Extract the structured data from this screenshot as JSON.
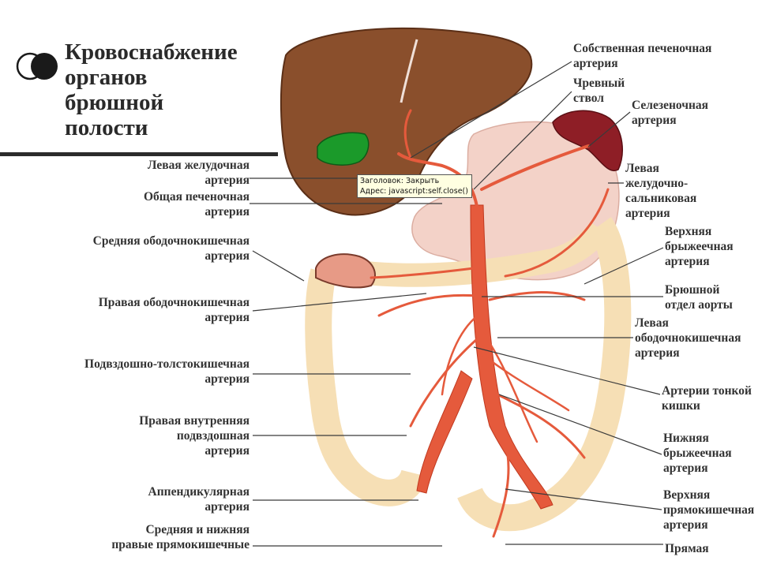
{
  "title": "Кровоснабжение\nорганов\nбрюшной\nполости",
  "colors": {
    "liver": "#8a4f2c",
    "liver_dark": "#5b2f17",
    "gallbladder": "#1b9a2a",
    "stomach": "#f3cfc4",
    "spleen": "#8e1e26",
    "colon": "#f6dfb5",
    "colon_stroke": "#c8a46c",
    "artery": "#e55a3c",
    "artery_dark": "#c0391f",
    "leader": "#3a3a3a",
    "tooltip_bg": "#ffffe1"
  },
  "tooltip": {
    "title": "Заголовок: Закрыть",
    "address": "Адрес: javascript:self.close()"
  },
  "labels_left": [
    {
      "id": "left-gastric",
      "text": "Левая желудочная\nартерия"
    },
    {
      "id": "common-hepatic",
      "text": "Общая печеночная\nартерия"
    },
    {
      "id": "middle-colic",
      "text": "Средняя ободочнокишечная\nартерия"
    },
    {
      "id": "right-colic",
      "text": "Правая ободочнокишечная\nартерия"
    },
    {
      "id": "ileocolic",
      "text": "Подвздошно-толстокишечная\nартерия"
    },
    {
      "id": "right-internal-iliac",
      "text": "Правая внутренняя\nподвздошная\nартерия"
    },
    {
      "id": "appendicular",
      "text": "Аппендикулярная\nартерия"
    },
    {
      "id": "middle-inferior-rectal",
      "text": "Средняя и нижняя\nправые прямокишечные"
    }
  ],
  "labels_right": [
    {
      "id": "proper-hepatic",
      "text": "Собственная печеночная\nартерия"
    },
    {
      "id": "celiac-trunk",
      "text": "Чревный\nствол"
    },
    {
      "id": "splenic",
      "text": "Селезеночная\nартерия"
    },
    {
      "id": "left-gastroepiploic",
      "text": "Левая\nжелудочно-сальниковая\nартерия"
    },
    {
      "id": "superior-mesenteric",
      "text": "Верхняя\nбрыжеечная\nартерия"
    },
    {
      "id": "abdominal-aorta",
      "text": "Брюшной\nотдел аорты"
    },
    {
      "id": "left-colic",
      "text": "Левая\nободочнокишечная\nартерия"
    },
    {
      "id": "small-intestine-arteries",
      "text": "Артерии тонкой\nкишки"
    },
    {
      "id": "inferior-mesenteric",
      "text": "Нижняя\nбрыжеечная\nартерия"
    },
    {
      "id": "superior-rectal",
      "text": "Верхняя\nпрямокишечная\nартерия"
    },
    {
      "id": "rectum",
      "text": "Прямая"
    }
  ]
}
